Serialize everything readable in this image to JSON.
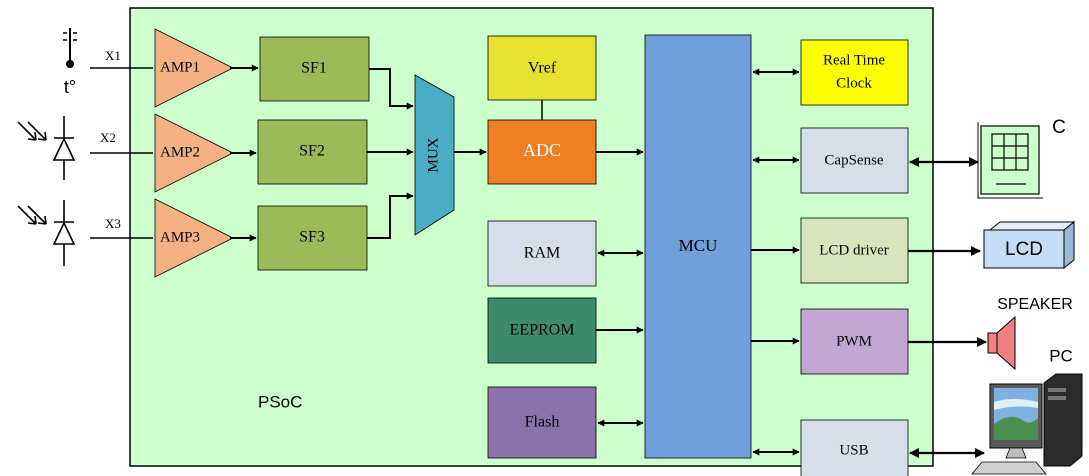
{
  "colors": {
    "psoc_fill": "#ccffcc",
    "amp_fill": "#f4b183",
    "sf_fill": "#9bbb59",
    "mux_fill": "#4bacc6",
    "vref_fill": "#e6e030",
    "adc_fill": "#f07f24",
    "mcu_fill": "#729fda",
    "rtc_fill": "#ffff00",
    "light_block_fill": "#d5dfe9",
    "lcd_driver_fill": "#d7e4bd",
    "eeprom_fill": "#3f8a6c",
    "pwm_fill": "#c0a6d1",
    "flash_fill": "#8b72aa",
    "lcd_icon_fill": "#c5ddf4",
    "touch_icon_fill": "#ccffcc",
    "speaker_fill": "#f08080"
  },
  "psoc_label": "PSoC",
  "inputs": [
    {
      "label": "X1",
      "sensor": "thermometer-icon",
      "sensor_label": "t°"
    },
    {
      "label": "X2",
      "sensor": "photodiode-icon"
    },
    {
      "label": "X3",
      "sensor": "photodiode-icon"
    }
  ],
  "amps": [
    "AMP1",
    "AMP2",
    "AMP3"
  ],
  "filters": [
    "SF1",
    "SF2",
    "SF3"
  ],
  "mux": "MUX",
  "vref": "Vref",
  "adc": "ADC",
  "mcu": "MCU",
  "memory": {
    "ram": "RAM",
    "eeprom": "EEPROM",
    "flash": "Flash"
  },
  "peripherals": {
    "rtc": [
      "Real Time",
      "Clock"
    ],
    "capsense": "CapSense",
    "lcd_driver": "LCD driver",
    "pwm": "PWM",
    "usb": "USB"
  },
  "external": {
    "touch_label": "C",
    "lcd_label": "LCD",
    "speaker_label": "SPEAKER",
    "pc_label": "PC"
  }
}
